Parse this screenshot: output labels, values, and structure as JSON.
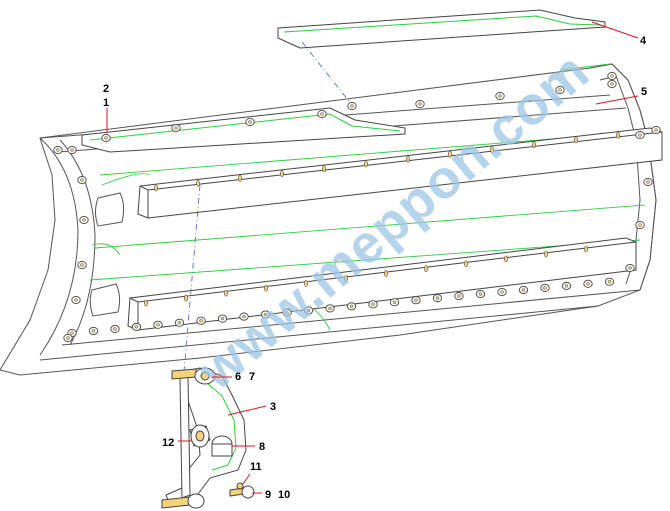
{
  "watermark": "www.meppon.com",
  "callouts": {
    "c1": "1",
    "c2": "2",
    "c3": "3",
    "c4": "4",
    "c5": "5",
    "c6": "6",
    "c7": "7",
    "c8": "8",
    "c9": "9",
    "c10": "10",
    "c11": "11",
    "c12": "12"
  },
  "colors": {
    "outline": "#555555",
    "hidden_edge": "#2ecc40",
    "leader": "#e0141e",
    "centerline": "#5a6fd6",
    "watermark": "#9cc5e6",
    "bolt_fill": "#f3d27a"
  }
}
